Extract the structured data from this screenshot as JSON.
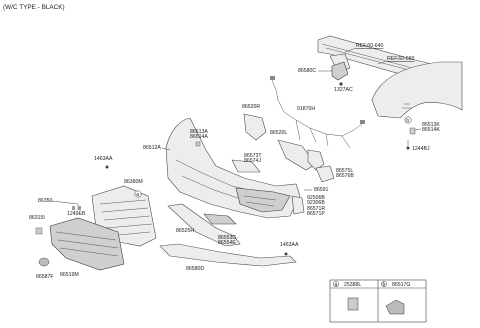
{
  "header": {
    "title": "(W/C TYPE - BLACK)"
  },
  "refs": {
    "ref_a": "REF.60-640",
    "ref_b": "REF.60-660"
  },
  "parts": {
    "p86580C": "86580C",
    "p1327AC": "1327AC",
    "p86520R": "86520R",
    "p91870H": "91870H",
    "p86520L": "86520L",
    "p86513K": "86513K",
    "p86514K": "86514K",
    "p1244BJ": "1244BJ",
    "p86513A": "86513A",
    "p86514A": "86514A",
    "p86512A": "86512A",
    "p86573T": "86573T",
    "p86574J": "86574J",
    "p86575L": "86575L",
    "p86576B": "86576B",
    "p1463AA_a": "1463AA",
    "p86360M": "86360M",
    "p86591": "86591",
    "p92506B": "92506B",
    "p92306B": "92306B",
    "p86571R": "86571R",
    "p86571P": "86571P",
    "p86350": "86350",
    "p1249EB": "1249EB",
    "p86315I": "86315I",
    "p86525H": "86525H",
    "p86553G": "86553G",
    "p86554E": "86554E",
    "p1463AA_b": "1463AA",
    "p86587F": "86587F",
    "p86519M": "86519M",
    "p86580D": "86580D"
  },
  "legend": [
    {
      "key": "a",
      "code": "25388L"
    },
    {
      "key": "b",
      "code": "86517G"
    }
  ],
  "callouts": {
    "a": "a",
    "b": "b"
  }
}
